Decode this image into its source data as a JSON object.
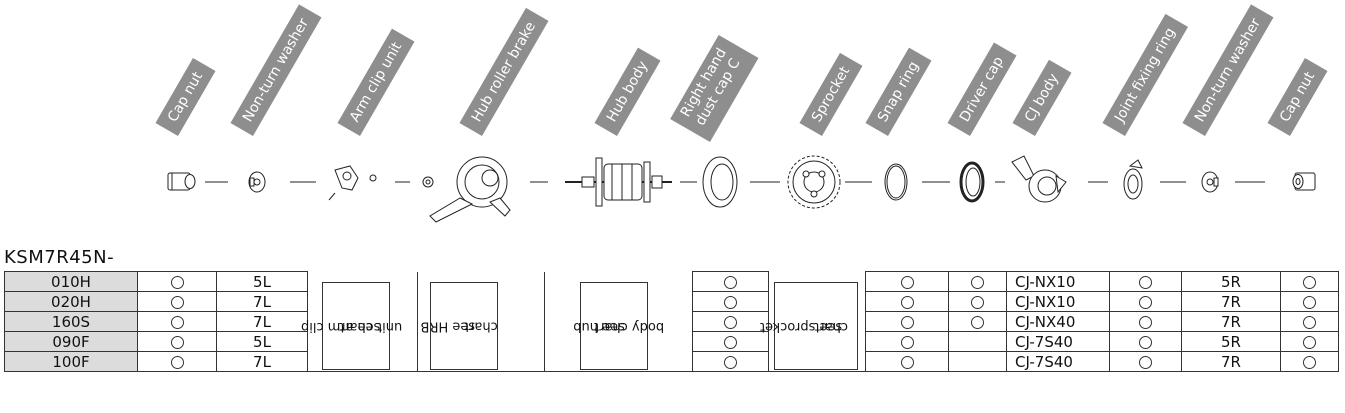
{
  "part_labels": [
    {
      "line1": "Cap nut",
      "line2": ""
    },
    {
      "line1": "Non-turn washer",
      "line2": ""
    },
    {
      "line1": "Arm clip unit",
      "line2": ""
    },
    {
      "line1": "Hub roller brake",
      "line2": ""
    },
    {
      "line1": "Hub body",
      "line2": ""
    },
    {
      "line1": "Right hand",
      "line2": "dust cap C"
    },
    {
      "line1": "Sprocket",
      "line2": ""
    },
    {
      "line1": "Snap ring",
      "line2": ""
    },
    {
      "line1": "Driver cap",
      "line2": ""
    },
    {
      "line1": "CJ body",
      "line2": ""
    },
    {
      "line1": "Joint fixing ring",
      "line2": ""
    },
    {
      "line1": "Non-turn washer",
      "line2": ""
    },
    {
      "line1": "Cap nut",
      "line2": ""
    }
  ],
  "model_title": "KSM7R45N-",
  "notes": {
    "arm_clip": [
      "see arm clip",
      "unit chart"
    ],
    "hrb": [
      "see HRB",
      "chart"
    ],
    "hub_body": [
      "see hub",
      "body chart"
    ],
    "sprocket": [
      "see sprocket",
      "chart"
    ]
  },
  "rows": [
    {
      "code": "010H",
      "washer_l": "5L",
      "cj": "CJ-NX10",
      "washer_r": "5R",
      "driver_cap": true
    },
    {
      "code": "020H",
      "washer_l": "7L",
      "cj": "CJ-NX10",
      "washer_r": "7R",
      "driver_cap": true
    },
    {
      "code": "160S",
      "washer_l": "7L",
      "cj": "CJ-NX40",
      "washer_r": "7R",
      "driver_cap": true
    },
    {
      "code": "090F",
      "washer_l": "5L",
      "cj": "CJ-7S40",
      "washer_r": "5R",
      "driver_cap": false
    },
    {
      "code": "100F",
      "washer_l": "7L",
      "cj": "CJ-7S40",
      "washer_r": "7R",
      "driver_cap": false
    }
  ]
}
